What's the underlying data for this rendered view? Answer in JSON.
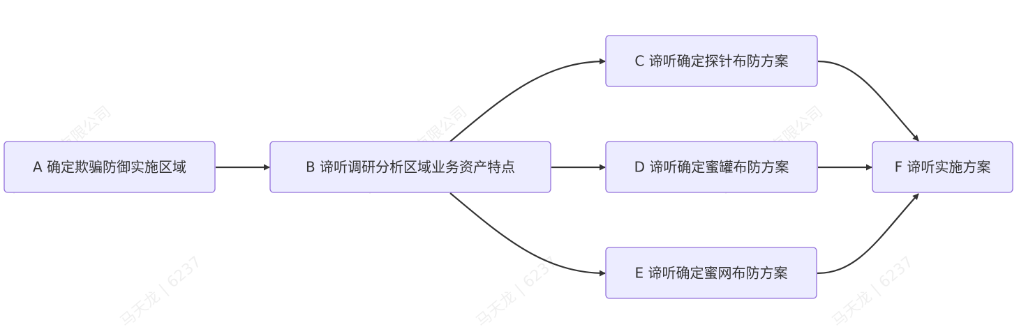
{
  "diagram": {
    "nodes": {
      "A": "A 确定欺骗防御实施区域",
      "B": "B 谛听调研分析区域业务资产特点",
      "C": "C 谛听确定探针布防方案",
      "D": "D 谛听确定蜜罐布防方案",
      "E": "E 谛听确定蜜网布防方案",
      "F": "F 谛听实施方案"
    },
    "edges": [
      [
        "A",
        "B"
      ],
      [
        "B",
        "C"
      ],
      [
        "B",
        "D"
      ],
      [
        "B",
        "E"
      ],
      [
        "C",
        "F"
      ],
      [
        "D",
        "F"
      ],
      [
        "E",
        "F"
      ]
    ],
    "colors": {
      "node_fill": "#ECECFF",
      "node_stroke": "#9370DB",
      "text": "#333333",
      "edge": "#333333"
    }
  },
  "watermark": {
    "company": "北京 科技有限公司",
    "user": "马天龙 | 6237"
  }
}
